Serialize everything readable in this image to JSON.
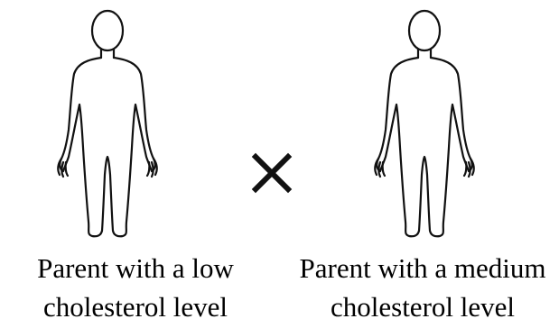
{
  "figure": {
    "symbol": "×",
    "parents": [
      {
        "icon": "human-outline-icon",
        "label_line1": "Parent with a low",
        "label_line2": "cholesterol level"
      },
      {
        "icon": "human-outline-icon",
        "label_line1": "Parent with a medium",
        "label_line2": "cholesterol level"
      }
    ],
    "colors": {
      "outline": "#111111",
      "background": "#ffffff"
    }
  }
}
